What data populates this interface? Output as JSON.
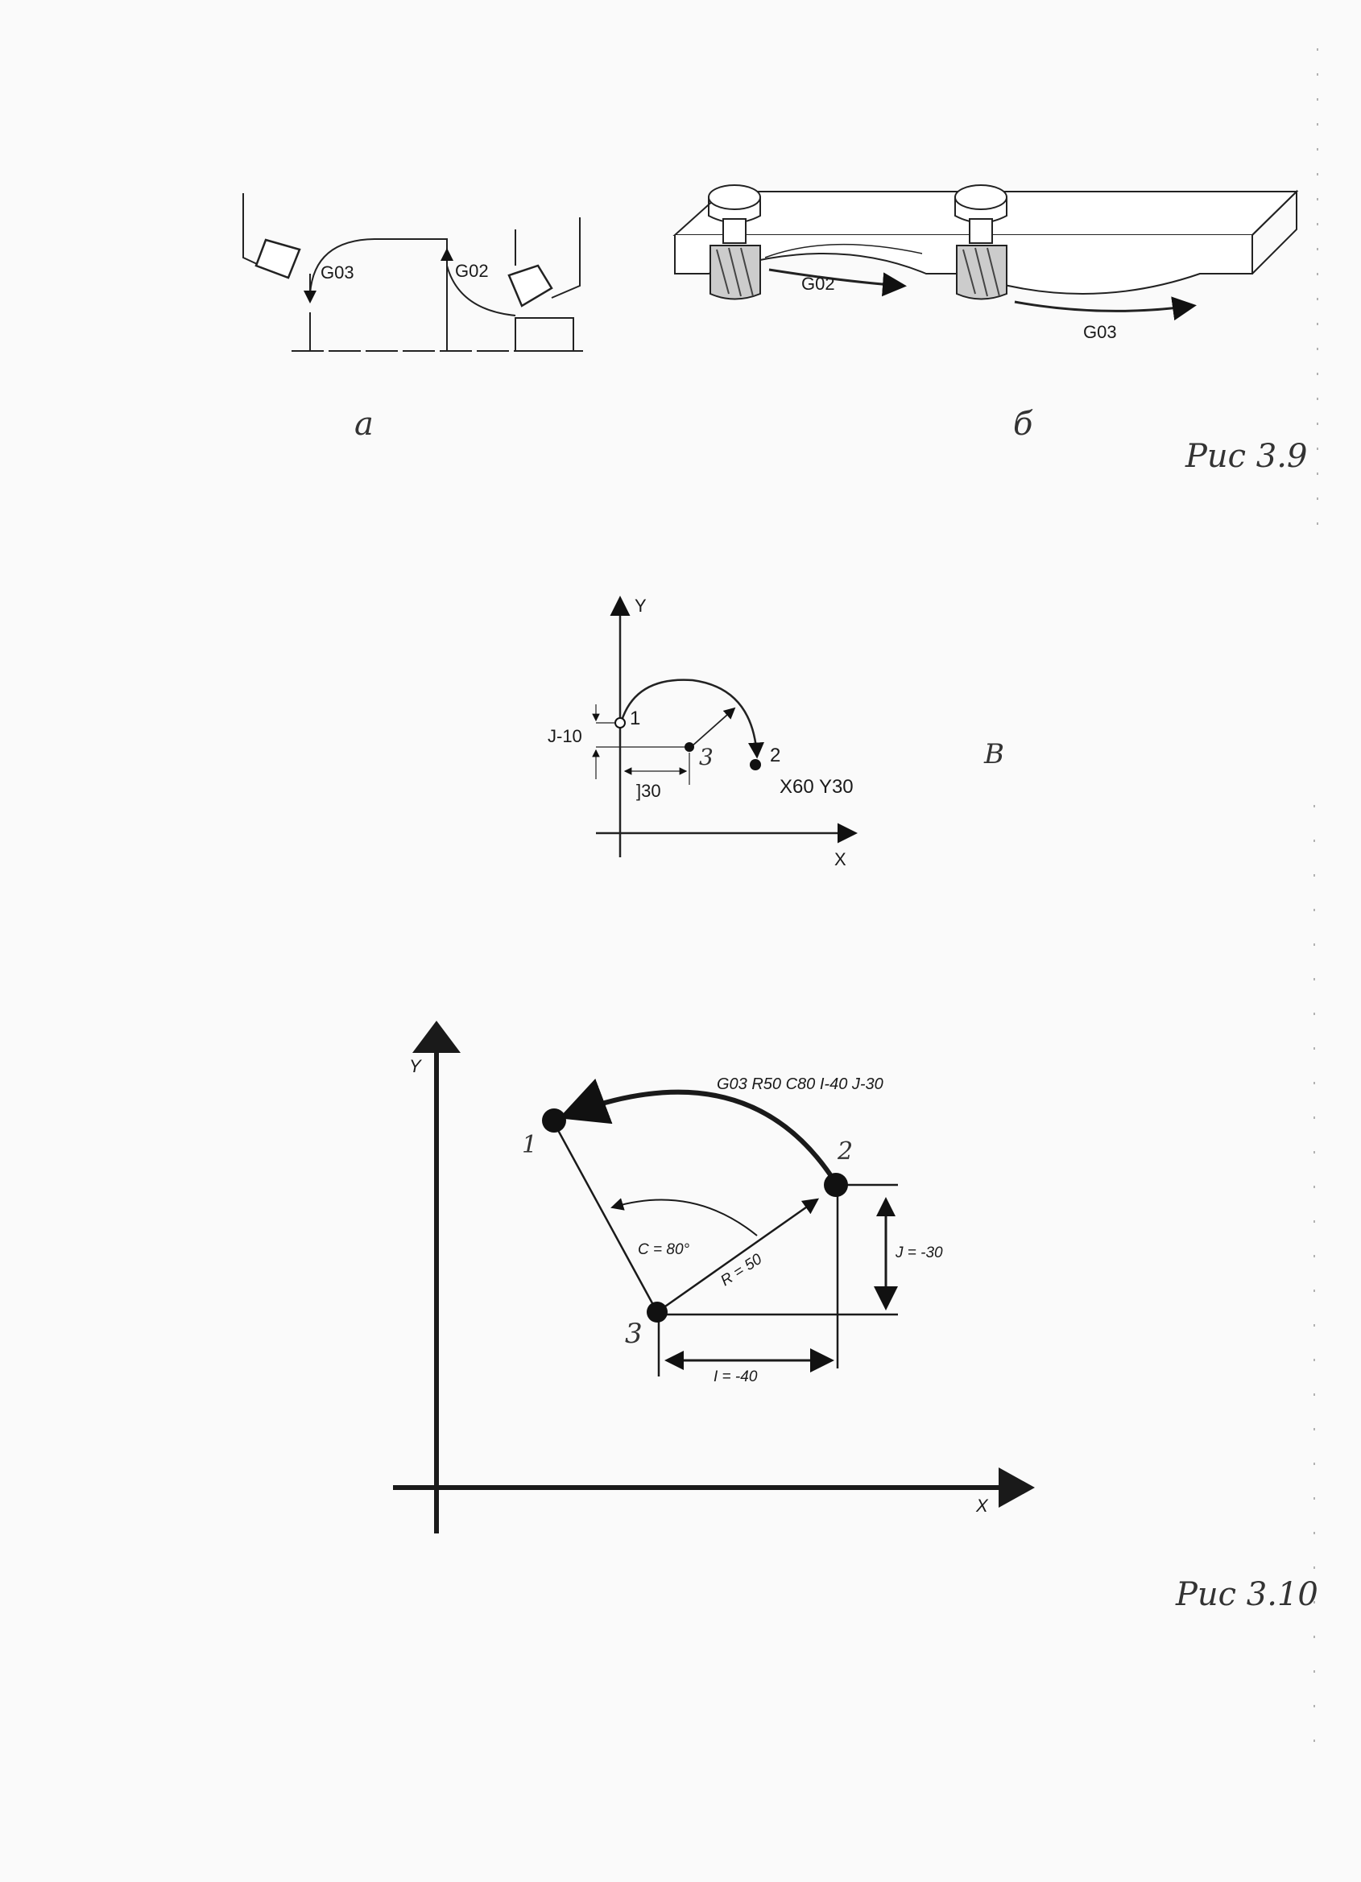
{
  "fig39": {
    "a": {
      "g03": "G03",
      "g02": "G02",
      "caption": "а"
    },
    "b": {
      "g02": "G02",
      "g03": "G03",
      "caption": "б"
    },
    "title": "Рис 3.9"
  },
  "fig_v": {
    "axis_y": "Y",
    "axis_x": "X",
    "j_label": "J-10",
    "i_label": "]30",
    "point1": "1",
    "point2": "2",
    "point3": "3",
    "target": "X60 Y30",
    "caption": "В"
  },
  "fig310": {
    "axis_y": "Y",
    "axis_x": "X",
    "command": "G03 R50 C80 I-40 J-30",
    "point1": "1",
    "point2": "2",
    "point3": "3",
    "angle": "C = 80°",
    "radius": "R = 50",
    "j_dim": "J = -30",
    "i_dim": "I = -40",
    "title": "Рис 3.10"
  }
}
